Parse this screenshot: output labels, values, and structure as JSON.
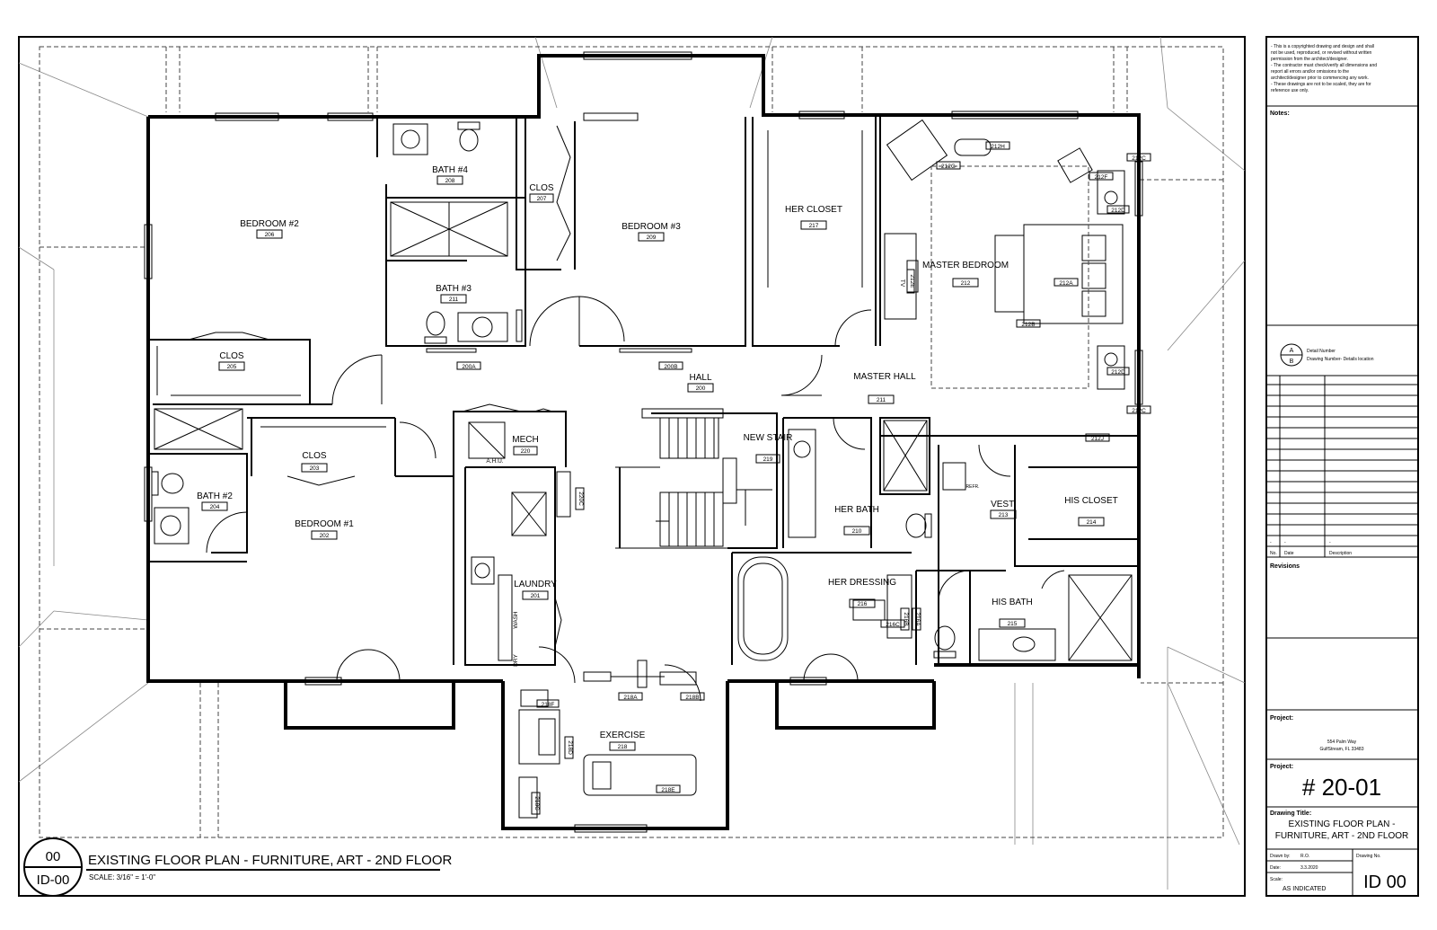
{
  "rooms": [
    {
      "key": "bedroom2",
      "name": "BEDROOM #2",
      "num": "206"
    },
    {
      "key": "bath4",
      "name": "BATH #4",
      "num": "208"
    },
    {
      "key": "clos207",
      "name": "CLOS",
      "num": "207"
    },
    {
      "key": "bedroom3",
      "name": "BEDROOM #3",
      "num": "209"
    },
    {
      "key": "herCloset",
      "name": "HER CLOSET",
      "num": "217"
    },
    {
      "key": "masterBedroom",
      "name": "MASTER BEDROOM",
      "num": "212"
    },
    {
      "key": "bath3",
      "name": "BATH #3",
      "num": "211"
    },
    {
      "key": "clos205",
      "name": "CLOS",
      "num": "205"
    },
    {
      "key": "hall",
      "name": "HALL",
      "num": "200"
    },
    {
      "key": "masterHall",
      "name": "MASTER HALL",
      "num": "211"
    },
    {
      "key": "mech",
      "name": "MECH",
      "num": "220"
    },
    {
      "key": "newStair",
      "name": "NEW STAIR",
      "num": "219"
    },
    {
      "key": "clos203",
      "name": "CLOS",
      "num": "203"
    },
    {
      "key": "bath2",
      "name": "BATH #2",
      "num": "204"
    },
    {
      "key": "bedroom1",
      "name": "BEDROOM #1",
      "num": "202"
    },
    {
      "key": "herBath",
      "name": "HER BATH",
      "num": "210"
    },
    {
      "key": "vest",
      "name": "VEST.",
      "num": "213"
    },
    {
      "key": "hisCloset",
      "name": "HIS CLOSET",
      "num": "214"
    },
    {
      "key": "laundry",
      "name": "LAUNDRY",
      "num": "201"
    },
    {
      "key": "herDressing",
      "name": "HER DRESSING",
      "num": "216"
    },
    {
      "key": "hisBath",
      "name": "HIS BATH",
      "num": "215"
    },
    {
      "key": "exercise",
      "name": "EXERCISE",
      "num": "218"
    }
  ],
  "tags": {
    "t200A": "200A",
    "t200B": "200B",
    "t212H": "212H",
    "t212G": "212G",
    "t212F": "212F",
    "t212C1": "212C",
    "t212C2": "212C",
    "t212D1": "212D",
    "t212D2": "212D",
    "t212A": "212A",
    "t212B": "212B",
    "t212E": "212E",
    "t212J": "212J",
    "t220C": "220C",
    "t216B": "216B",
    "t216A": "216A",
    "t216C": "216C",
    "t218A": "218A",
    "t218B": "218B",
    "t218F": "218F",
    "t218D": "218D",
    "t218E": "218E",
    "t218C": "218C"
  },
  "labels": {
    "ahu": "A.H.U.",
    "tv": "TV",
    "wash": "WASH",
    "dry": "DRY",
    "refr": "REFR."
  },
  "drawing": {
    "id_top": "00",
    "id_bottom": "ID-00",
    "title": "EXISTING FLOOR PLAN - FURNITURE, ART - 2ND FLOOR",
    "scale": "SCALE: 3/16\" = 1'-0\""
  },
  "titleblock": {
    "disclaimer": [
      "- This is a copyrighted drawing and design and shall",
      "  not be used, reproduced, or revised without written",
      "  permission from the architect/designer.",
      "- The contractor must check/verify all dimensions and",
      "  report all errors and/or omissions to the",
      "  architect/designer prior to commencing any work.",
      "- These drawings are not to be scaled, they are for",
      "  reference use only."
    ],
    "notes_label": "Notes:",
    "legend_letter_top": "A",
    "legend_letter_bottom": "B",
    "legend_line1": "Detail Number",
    "legend_line2": "Drawing Number- Details location",
    "rev_dash1": "-",
    "rev_dash2": "-",
    "rev_dash3": "-",
    "rev_no": "No.",
    "rev_date": "Date",
    "rev_desc": "Description",
    "revisions_label": "Revisions",
    "project_label": "Project:",
    "project_address1": "554 Palm Way",
    "project_address2": "GulfStream, FL 33483",
    "projectno_label": "Project:",
    "project_number": "# 20-01",
    "drawing_title_label": "Drawing Title:",
    "drawing_title1": "EXISTING FLOOR PLAN -",
    "drawing_title2": "FURNITURE, ART - 2ND FLOOR",
    "drawn_by_label": "Drawn by:",
    "drawn_by": "R.O.",
    "date_label": "Date:",
    "date": "3.3.2020",
    "scale_label": "Scale:",
    "scale": "AS INDICATED",
    "drawing_no_label": "Drawing No.",
    "drawing_no": "ID 00"
  }
}
